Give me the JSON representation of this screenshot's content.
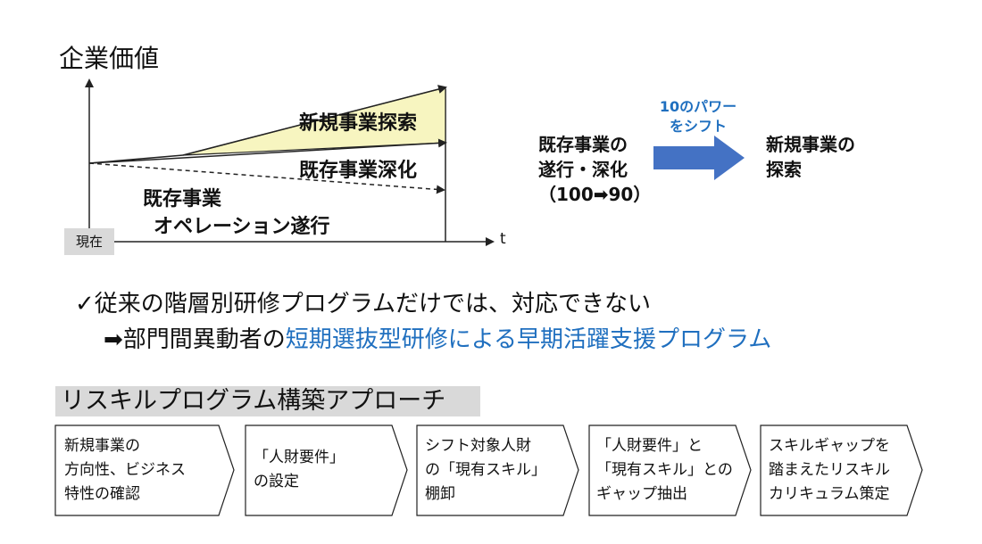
{
  "graph": {
    "y_axis_title": "企業価値",
    "x_axis_label": "t",
    "current_label": "現在",
    "label_exploration": "新規事業探索",
    "label_deepening": "既存事業深化",
    "label_operation_1": "既存事業",
    "label_operation_2": "オペレーション遂行"
  },
  "shift": {
    "left_line1": "既存事業の",
    "left_line2": "遂行・深化",
    "left_line3": "（100➡90）",
    "arrow_label_line1": "10のパワー",
    "arrow_label_line2": "をシフト",
    "right_line1": "新規事業の",
    "right_line2": "探索",
    "arrow_color": "#4472c4"
  },
  "statement": {
    "line1": "✓従来の階層別研修プログラムだけでは、対応できない",
    "line2_prefix": "➡部門間異動者の",
    "line2_highlight": "短期選抜型研修による早期活躍支援プログラム",
    "highlight_color": "#1f6fbf"
  },
  "approach": {
    "title": "リスキルプログラム構築アプローチ",
    "steps": [
      {
        "text": "新規事業の\n方向性、ビジネス\n特性の確認"
      },
      {
        "text": "「人財要件」\nの設定"
      },
      {
        "text": "シフト対象人財\nの「現有スキル」\n棚卸"
      },
      {
        "text": "「人財要件」と\n「現有スキル」との\nギャップ抽出"
      },
      {
        "text": "スキルギャップを\n踏まえたリスキル\nカリキュラム策定"
      }
    ]
  },
  "colors": {
    "exploration_fill": "#f7f5c0",
    "gray_box": "#d9d9d9"
  }
}
